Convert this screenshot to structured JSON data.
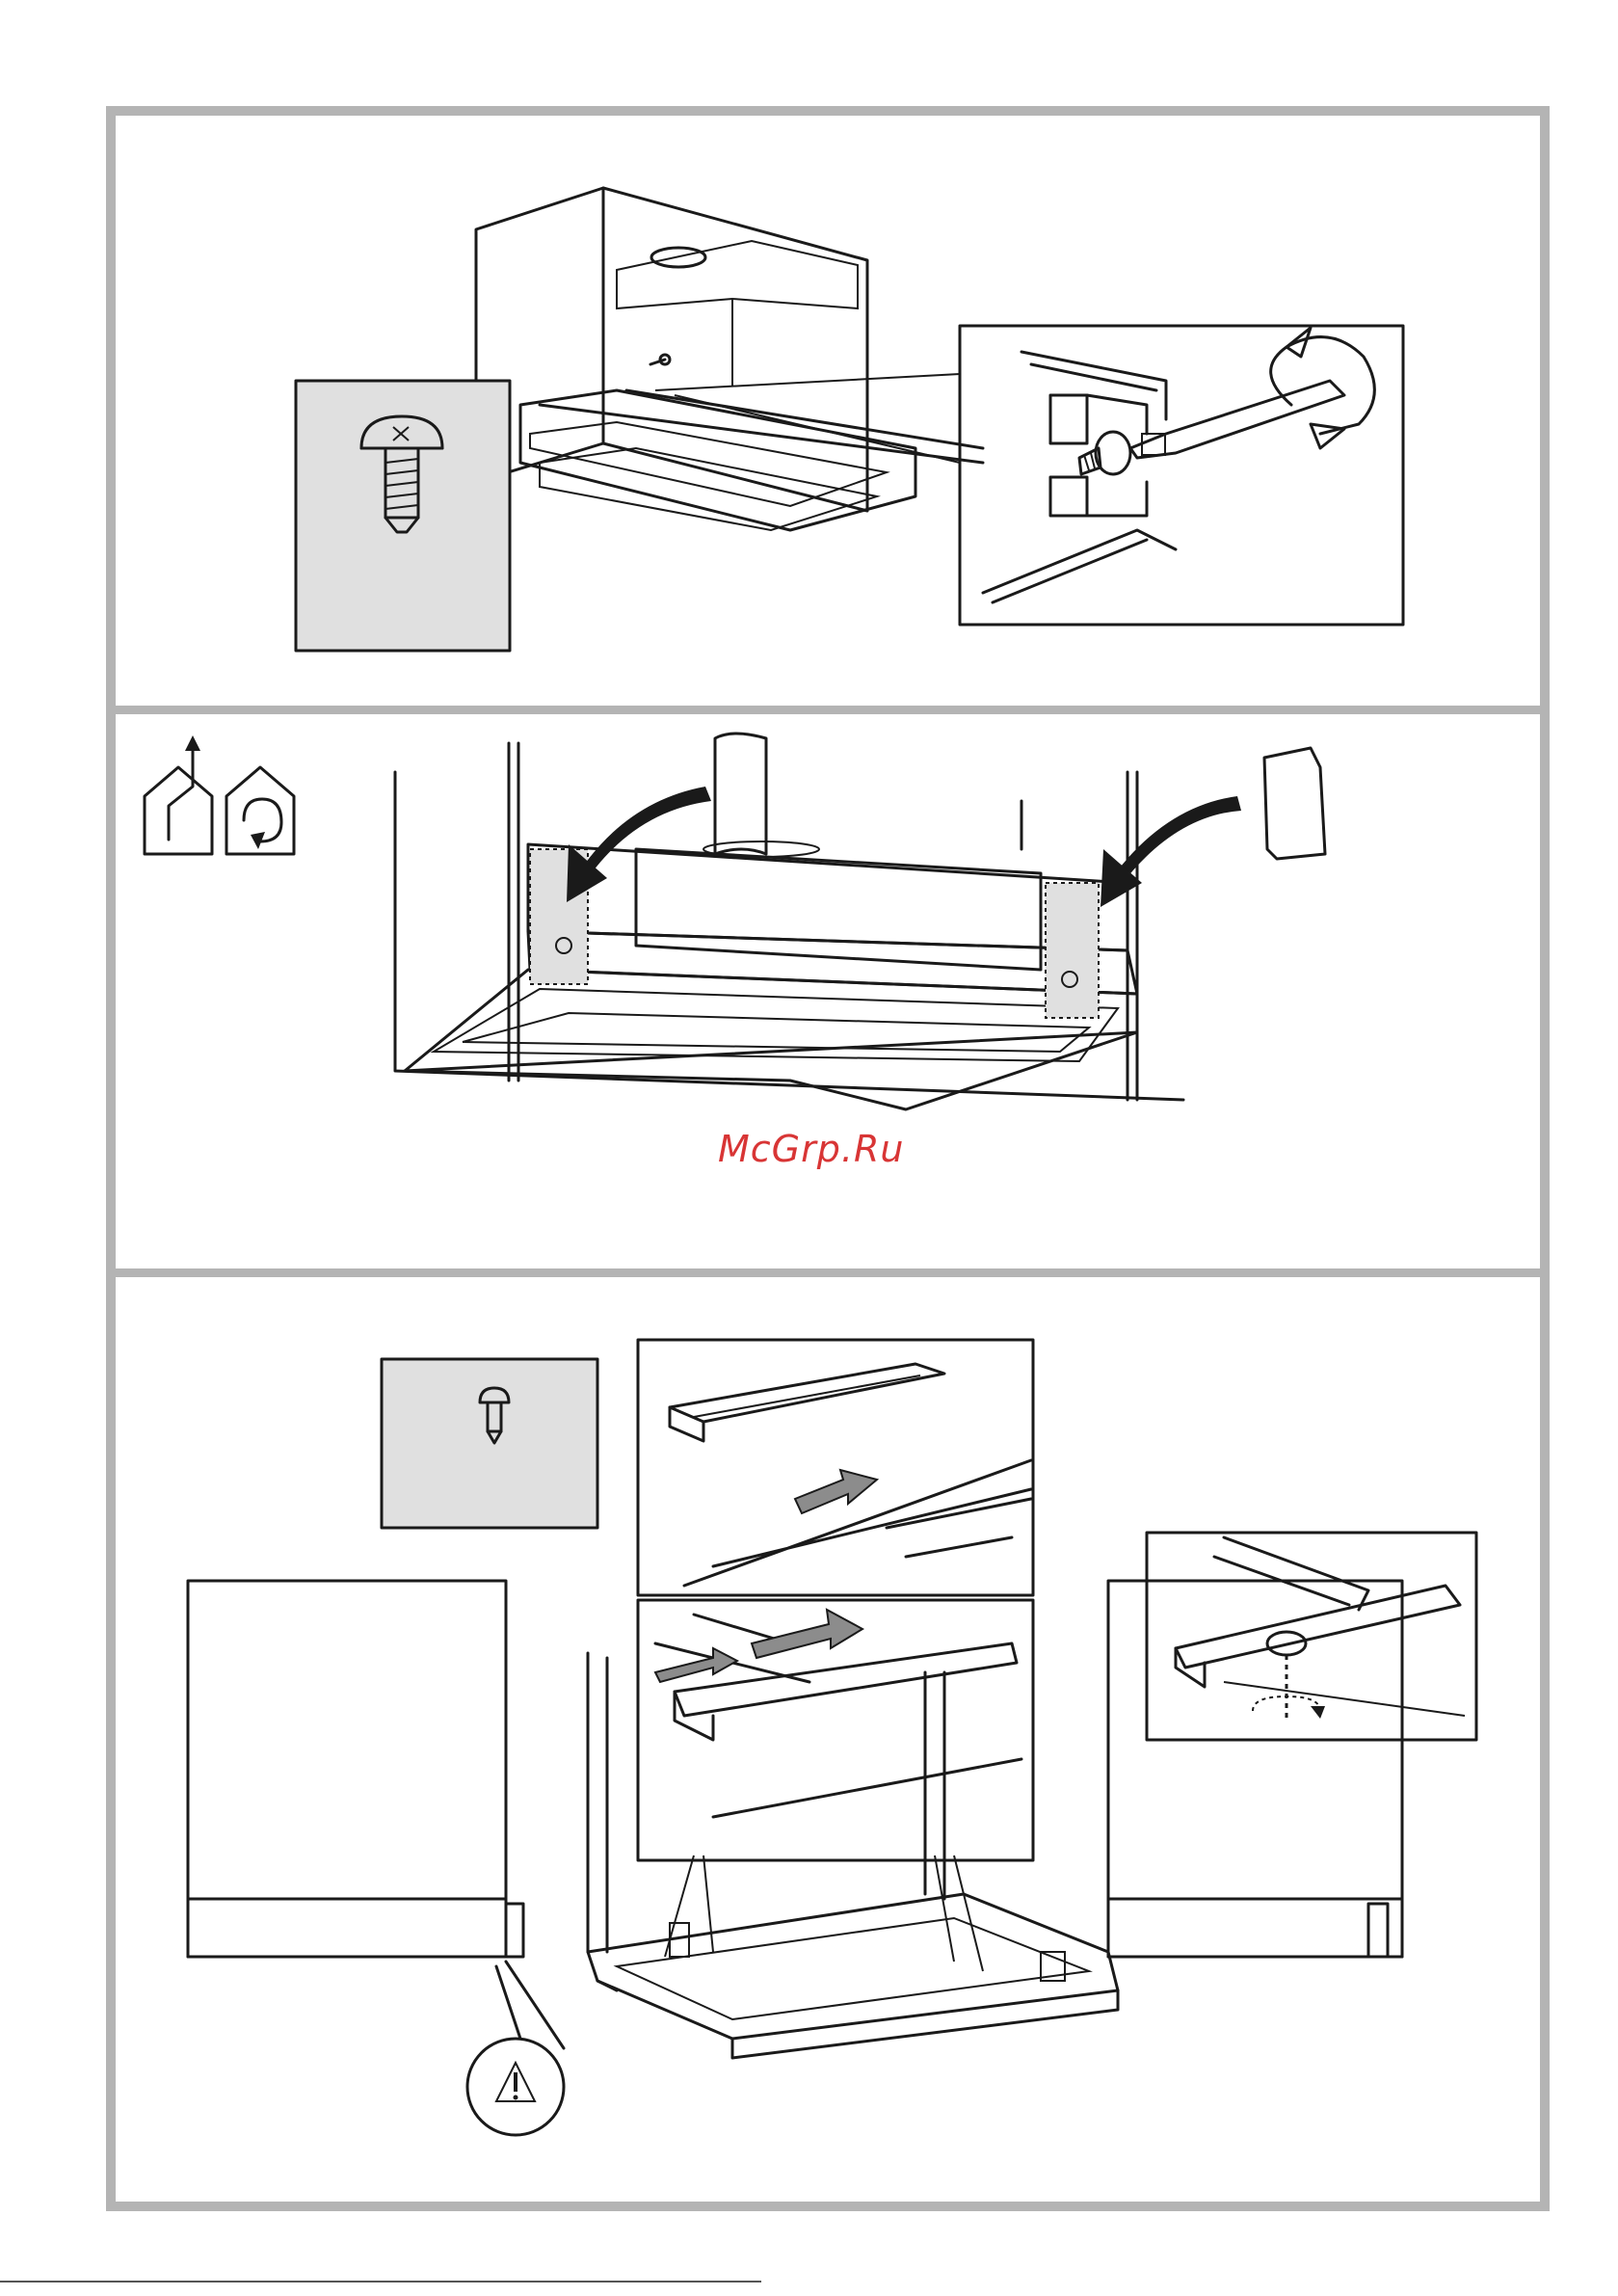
{
  "watermark": {
    "text": "McGrp.Ru",
    "color": "#d42020"
  },
  "colors": {
    "frame": "#b4b4b4",
    "panel_fill": "#e0e0e0",
    "arrow_fill": "#8c8c8c",
    "line": "#1a1a1a"
  },
  "panels": [
    {
      "id": "step-1",
      "icons": [
        "screw-icon",
        "screwdriver-icon",
        "rotate-arrow-icon"
      ]
    },
    {
      "id": "step-2",
      "icons": [
        "house-duct-out-icon",
        "house-recirculation-icon",
        "curved-arrow-icon"
      ]
    },
    {
      "id": "step-3",
      "icons": [
        "small-screw-icon",
        "slide-arrow-icon",
        "warning-icon",
        "rotate-dotted-icon"
      ]
    }
  ]
}
